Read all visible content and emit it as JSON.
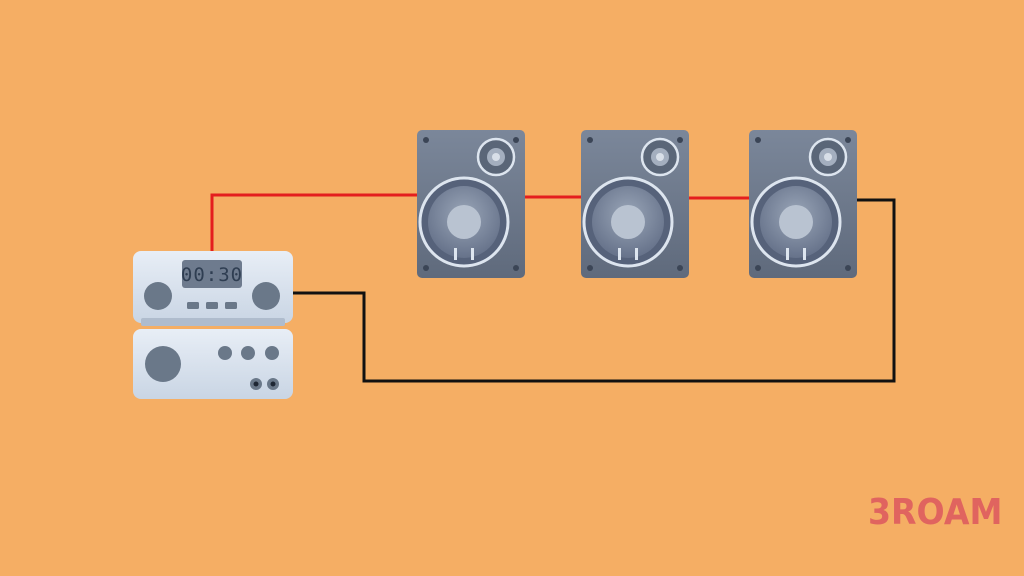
{
  "diagram": {
    "receiver": {
      "display": "00:30"
    },
    "speakers": [
      {
        "id": "speaker-1"
      },
      {
        "id": "speaker-2"
      },
      {
        "id": "speaker-3"
      }
    ],
    "wires": {
      "positive_color": "#E41E1E",
      "negative_color": "#111111"
    }
  },
  "colors": {
    "background": "#F5AE64",
    "speaker_body": "#6E7A8E",
    "device_body": "#DCE6F2",
    "knob": "#6A7889",
    "brand": "#E0645F"
  },
  "watermark": {
    "text": "3ROAM"
  }
}
